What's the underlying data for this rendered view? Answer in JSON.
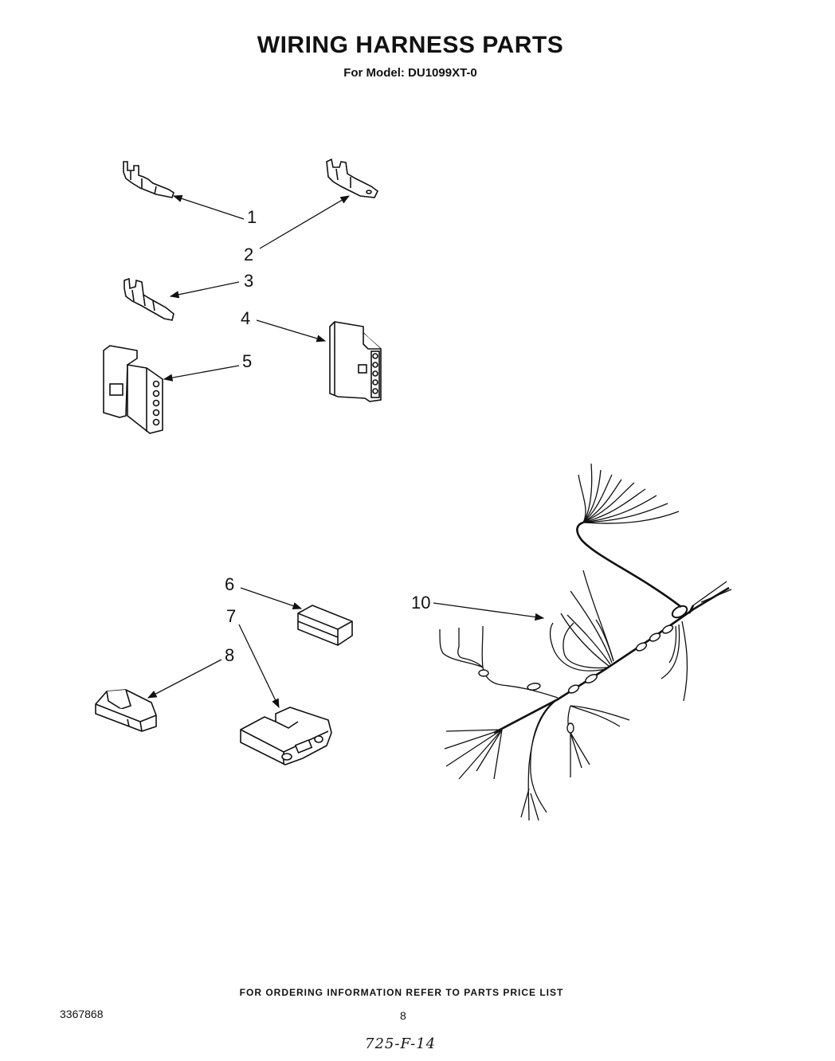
{
  "header": {
    "title": "WIRING HARNESS PARTS",
    "model": "For Model: DU1099XT-0"
  },
  "callouts": [
    "1",
    "2",
    "3",
    "4",
    "5",
    "6",
    "7",
    "8",
    "10"
  ],
  "footer": {
    "ordering_note": "FOR ORDERING INFORMATION REFER TO PARTS PRICE LIST",
    "document_number": "3367868",
    "page_number": "8",
    "handwritten_code": "725-F-14"
  }
}
